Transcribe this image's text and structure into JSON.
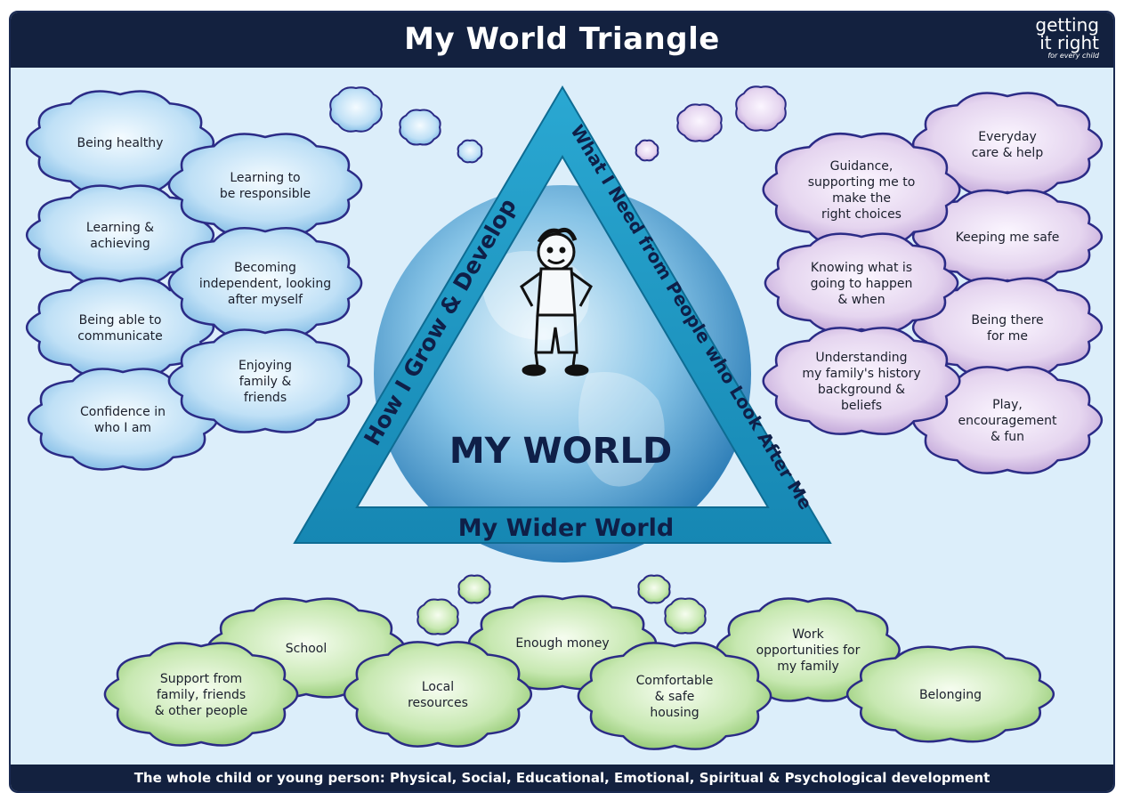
{
  "title": "My World Triangle",
  "logo": {
    "line1": "getting",
    "line2": "it right",
    "line3": "for every child"
  },
  "footer": "The whole child or young person: Physical, Social, Educational, Emotional, Spiritual & Psychological development",
  "triangle": {
    "left_side": "How I Grow & Develop",
    "right_side": "What I Need from People who Look After Me",
    "bottom_side": "My Wider World",
    "center": "MY WORLD"
  },
  "grow_clouds": [
    "Being healthy",
    "Learning to be responsible",
    "Learning & achieving",
    "Becoming independent, looking after myself",
    "Being able to communicate",
    "Enjoying family & friends",
    "Confidence in who I am"
  ],
  "need_clouds": [
    "Everyday care & help",
    "Guidance, supporting me to make the right choices",
    "Keeping me safe",
    "Knowing what is going to happen & when",
    "Being there for me",
    "Understanding my family's history background & beliefs",
    "Play, encouragement & fun"
  ],
  "wider_clouds": [
    "School",
    "Support from family, friends & other people",
    "Local resources",
    "Enough money",
    "Comfortable & safe housing",
    "Work opportunities for my family",
    "Belonging"
  ],
  "colors": {
    "header": "#13213f",
    "background": "#dceefa",
    "triangle": "#1d9bc4",
    "grow": "#9cc9ec",
    "need": "#d6c2e4",
    "wider": "#a9d88e",
    "outline": "#2b2b86"
  }
}
